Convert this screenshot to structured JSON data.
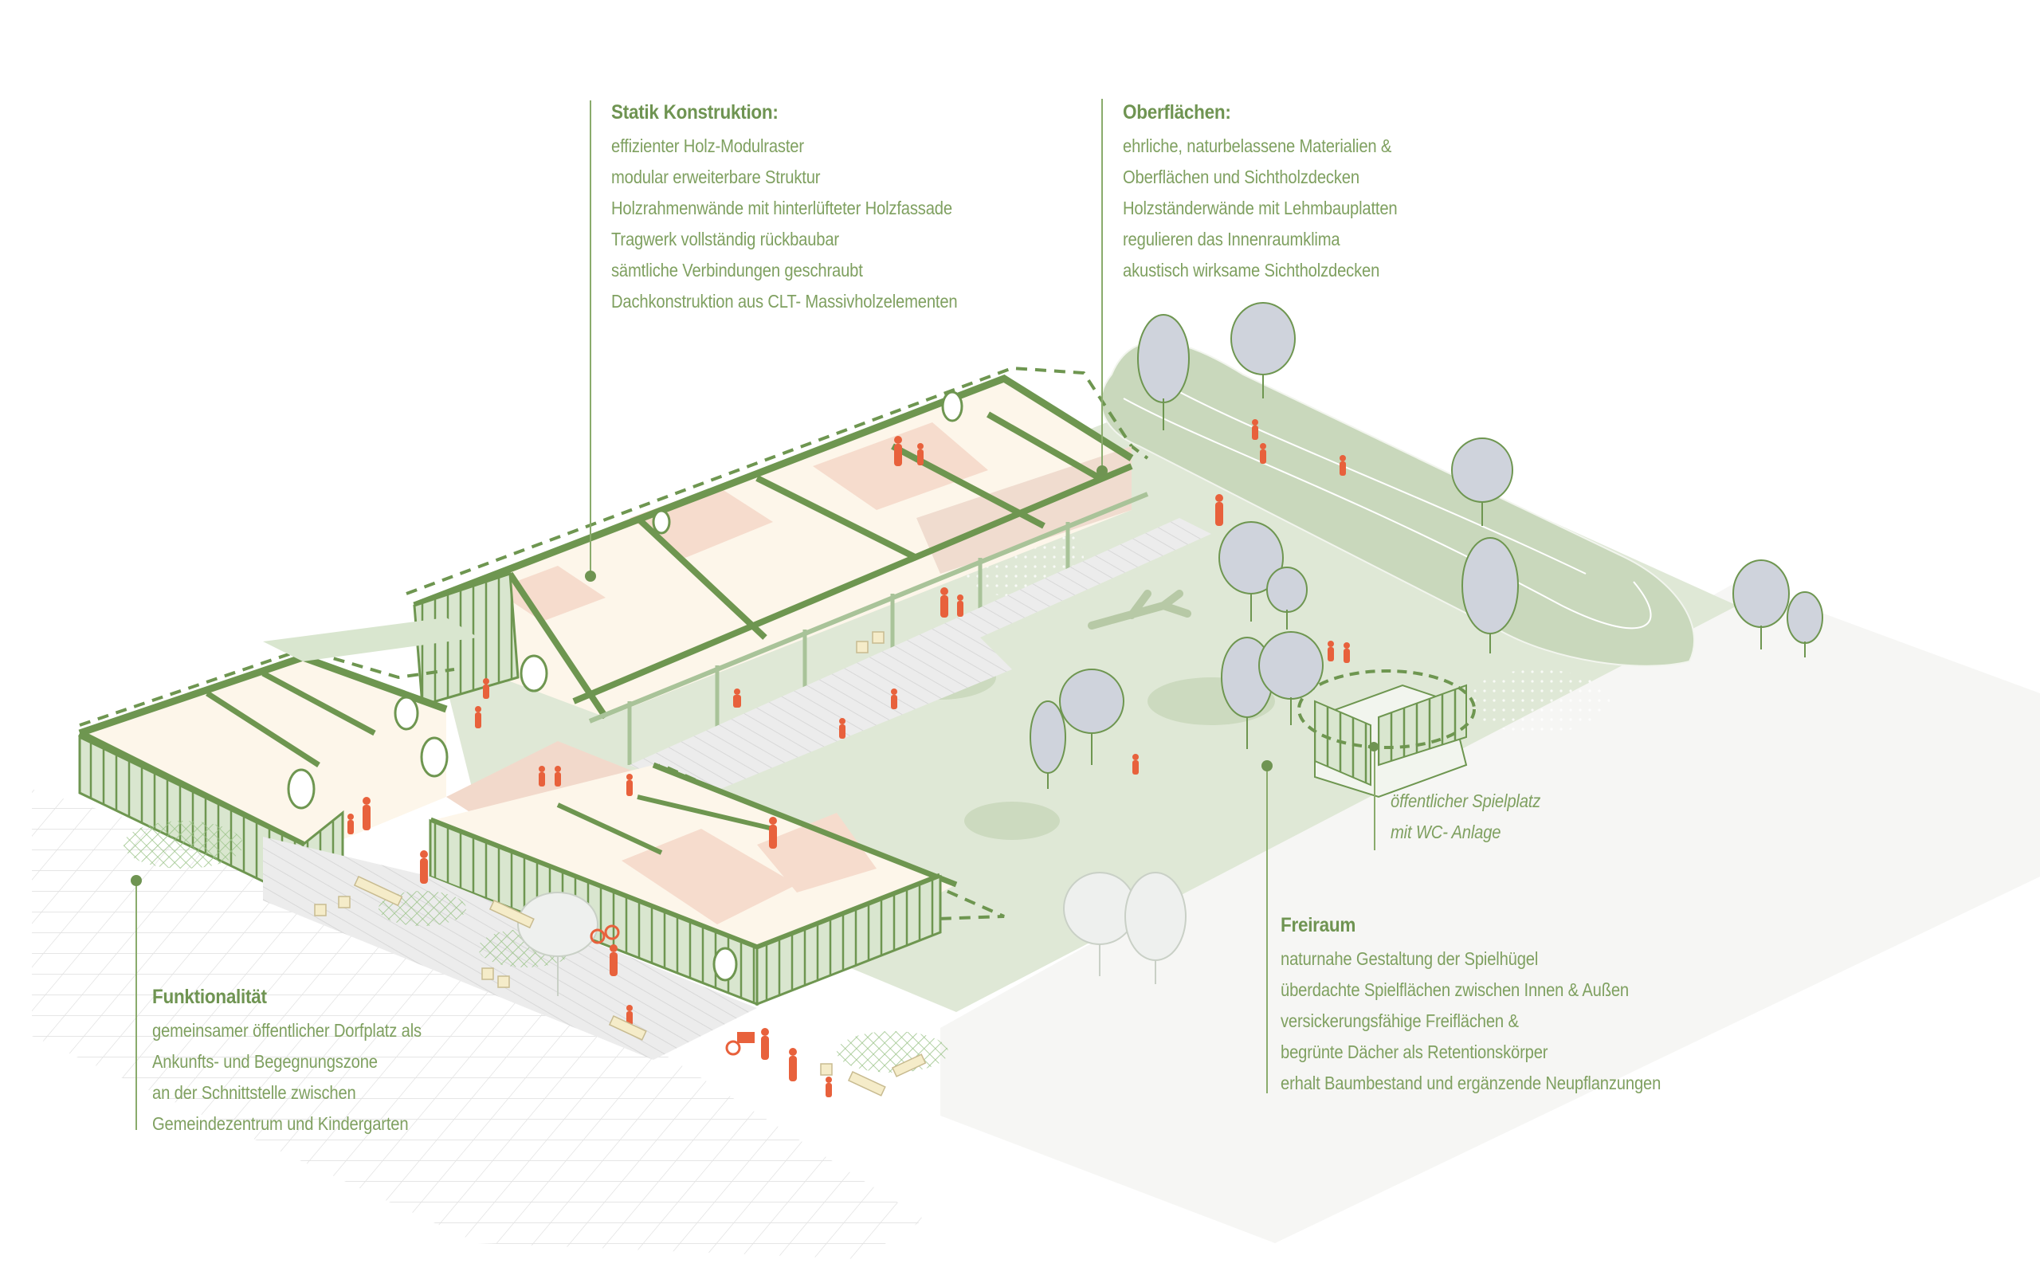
{
  "colors": {
    "text_green": "#7fa060",
    "heading_green": "#6f9452",
    "structure_green": "#6e9650",
    "lawn": "#dfe8d6",
    "hill": "#c9d8bc",
    "interior_cream": "#fdf6ea",
    "interior_floor_pink": "#f6dccd",
    "people_orange": "#e8613c",
    "tree_grey": "#cfd3dc",
    "paving_grey": "#ececec",
    "ground_offwhite": "#f6f6f4"
  },
  "callouts": {
    "statik": {
      "title": "Statik Konstruktion:",
      "lines": [
        "effizienter Holz-Modulraster",
        "modular erweiterbare Struktur",
        "Holzrahmenwände mit hinterlüfteter Holzfassade",
        "Tragwerk vollständig rückbaubar",
        "sämtliche Verbindungen geschraubt",
        "Dachkonstruktion aus CLT- Massivholzelementen"
      ]
    },
    "oberflaechen": {
      "title": "Oberflächen:",
      "lines": [
        "ehrliche, naturbelassene Materialien &",
        "Oberflächen und Sichtholzdecken",
        "Holzständerwände mit Lehmbauplatten",
        "regulieren das Innenraumklima",
        "akustisch wirksame Sichtholzdecken"
      ]
    },
    "spielplatz": {
      "lines": [
        "öffentlicher Spielplatz",
        "mit WC- Anlage"
      ]
    },
    "freiraum": {
      "title": "Freiraum",
      "lines": [
        "naturnahe Gestaltung der Spielhügel",
        "überdachte Spielflächen zwischen Innen & Außen",
        "versickerungsfähige Freiflächen &",
        "begrünte Dächer als Retentionskörper",
        "erhalt Baumbestand und ergänzende Neupflanzungen"
      ]
    },
    "funktionalitaet": {
      "title": "Funktionalität",
      "lines": [
        "gemeinsamer öffentlicher Dorfplatz als",
        "Ankunfts- und Begegnungszone",
        "an der Schnittstelle zwischen",
        "Gemeindezentrum und Kindergarten"
      ]
    }
  }
}
